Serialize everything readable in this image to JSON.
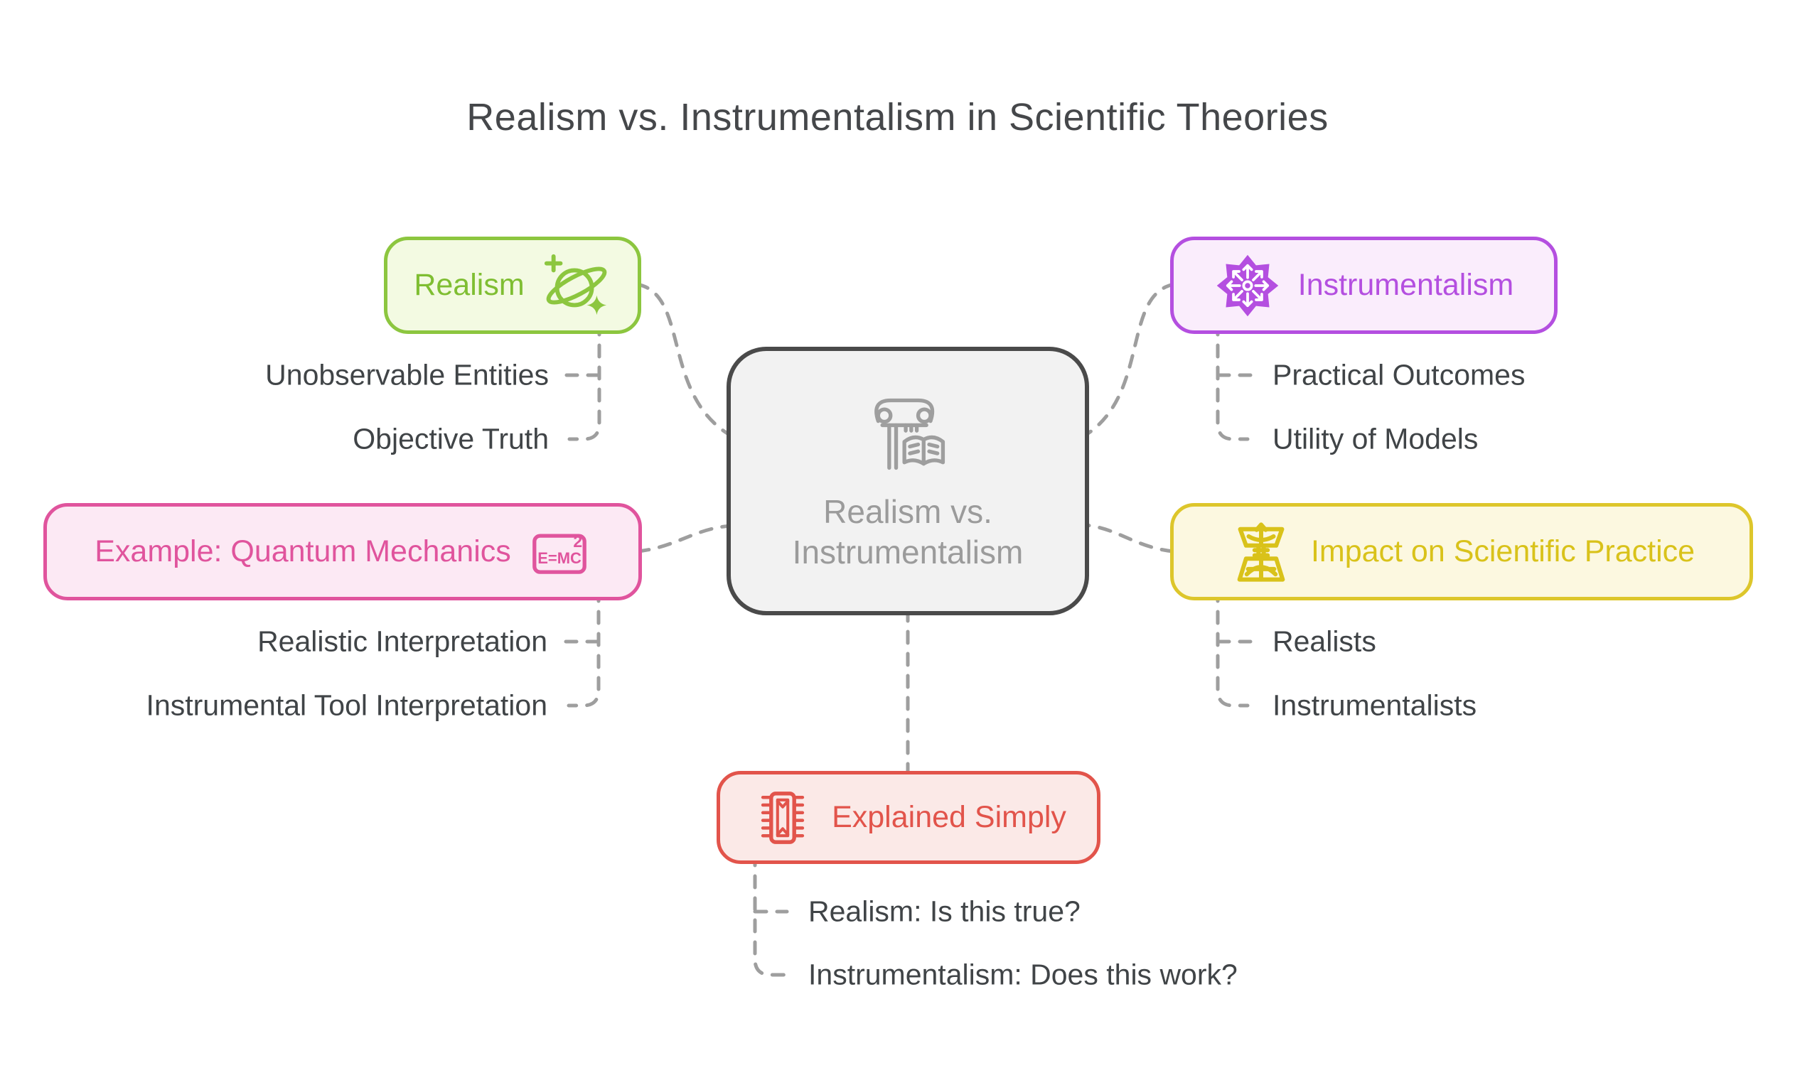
{
  "title": "Realism vs. Instrumentalism in Scientific Theories",
  "center": {
    "label_line1": "Realism vs.",
    "label_line2": "Instrumentalism",
    "icon": "column-book-icon",
    "border_color": "#4A4A4A",
    "fill_color": "#F2F2F2",
    "text_color": "#9B9B9B"
  },
  "branches": {
    "realism": {
      "label": "Realism",
      "icon": "saturn-icon",
      "border_color": "#8CC63F",
      "fill_color": "#F3FAE2",
      "children": [
        "Unobservable Entities",
        "Objective Truth"
      ]
    },
    "instrumentalism": {
      "label": "Instrumentalism",
      "icon": "ornament-star-icon",
      "border_color": "#B44FE0",
      "fill_color": "#FAEDFC",
      "children": [
        "Practical Outcomes",
        "Utility of Models"
      ]
    },
    "quantum": {
      "label": "Example: Quantum Mechanics",
      "icon": "emc2-icon",
      "border_color": "#E0549D",
      "fill_color": "#FCE9F4",
      "children": [
        "Realistic Interpretation",
        "Instrumental Tool Interpretation"
      ]
    },
    "impact": {
      "label": "Impact on Scientific Practice",
      "icon": "balance-icon",
      "border_color": "#DDC62B",
      "fill_color": "#FCF8E0",
      "children": [
        "Realists",
        "Instrumentalists"
      ]
    },
    "explained": {
      "label": "Explained Simply",
      "icon": "chip-icon",
      "border_color": "#E2544B",
      "fill_color": "#FBE9E7",
      "children": [
        "Realism: Is this true?",
        "Instrumentalism: Does this work?"
      ]
    }
  },
  "connector_color": "#9E9E9E",
  "sublabel_color": "#404447"
}
